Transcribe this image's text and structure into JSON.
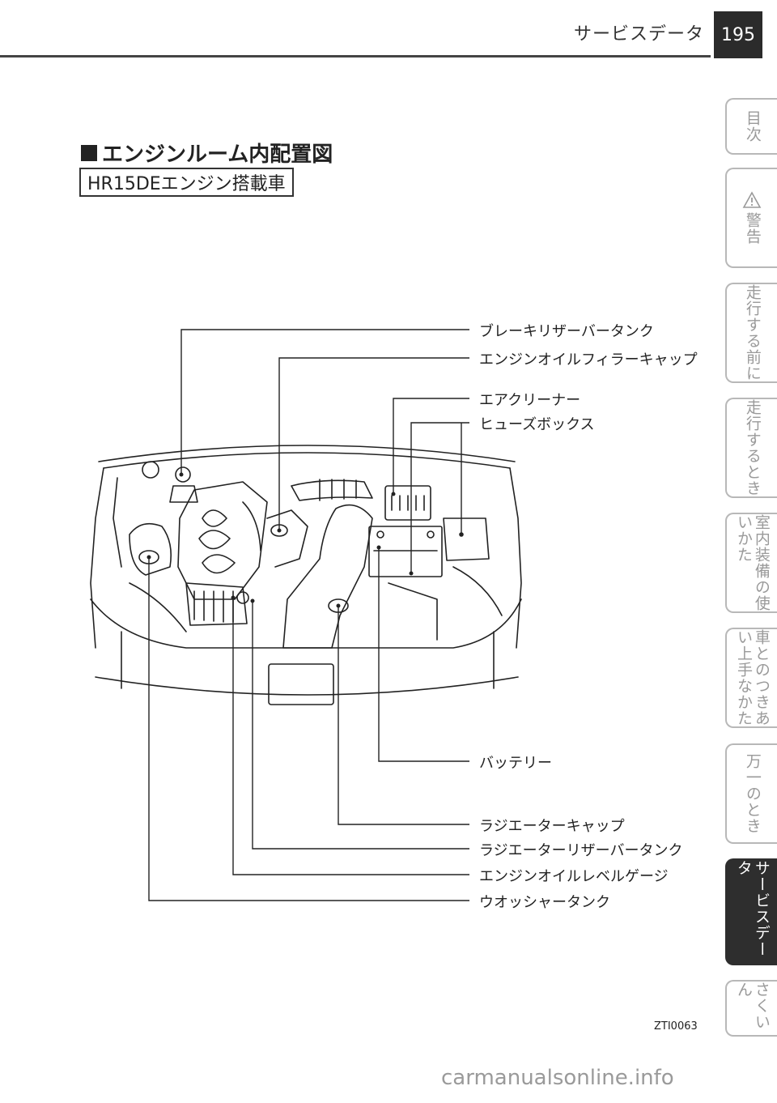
{
  "header": {
    "section": "サービスデータ",
    "page_number": "195"
  },
  "nav_tabs": [
    {
      "label": "目次",
      "active": false
    },
    {
      "label": "警告",
      "active": false,
      "icon": "warning-triangle-icon"
    },
    {
      "label": "走行する前に",
      "active": false
    },
    {
      "label": "走行するとき",
      "active": false
    },
    {
      "label": "室内装備の使いかた",
      "active": false
    },
    {
      "label": "車とのつきあい上手なかた",
      "active": false
    },
    {
      "label": "万一のとき",
      "active": false
    },
    {
      "label": "サービスデータ",
      "active": true
    },
    {
      "label": "さくいん",
      "active": false
    }
  ],
  "content": {
    "title": "エンジンルーム内配置図",
    "subtitle": "HR15DEエンジン搭載車",
    "figure_code": "ZTI0063"
  },
  "labels": {
    "brake_reservoir": "ブレーキリザーバータンク",
    "oil_filler_cap": "エンジンオイルフィラーキャップ",
    "air_cleaner": "エアクリーナー",
    "fuse_box": "ヒューズボックス",
    "battery": "バッテリー",
    "radiator_cap": "ラジエーターキャップ",
    "radiator_reservoir": "ラジエーターリザーバータンク",
    "oil_level_gauge": "エンジンオイルレベルゲージ",
    "washer_tank": "ウオッシャータンク"
  },
  "watermark": "carmanualsonline.info"
}
